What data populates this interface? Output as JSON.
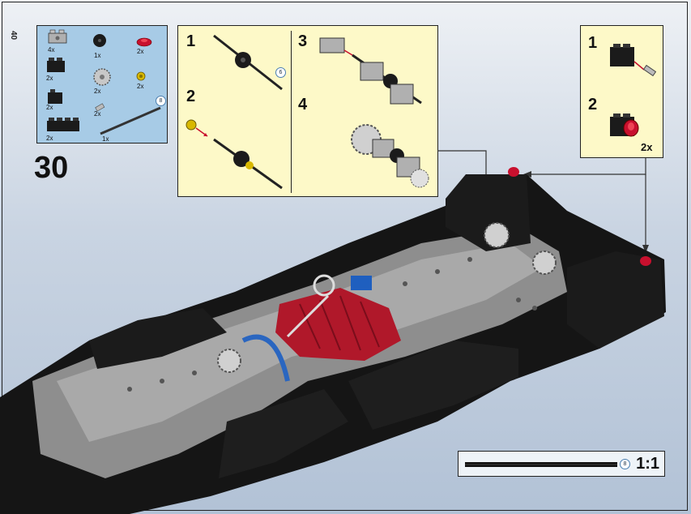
{
  "page": {
    "number": "40",
    "step": "30"
  },
  "parts_list": {
    "items": [
      {
        "name": "gray-technic-brick",
        "qty": "4x"
      },
      {
        "name": "black-gear-small",
        "qty": "1x"
      },
      {
        "name": "red-round-plate",
        "qty": "2x"
      },
      {
        "name": "black-brick-2x2",
        "qty": "2x"
      },
      {
        "name": "gray-gear-24",
        "qty": "2x"
      },
      {
        "name": "yellow-bushing",
        "qty": "2x"
      },
      {
        "name": "black-brick-1x2",
        "qty": "2x"
      },
      {
        "name": "gray-pin",
        "qty": "2x"
      },
      {
        "name": "long-axle-badge",
        "value": "8"
      },
      {
        "name": "black-brick-1x4",
        "qty": "2x"
      },
      {
        "name": "long-axle",
        "qty": "1x"
      }
    ]
  },
  "callout_main": {
    "steps": [
      "1",
      "2",
      "3",
      "4"
    ],
    "axle_badge": "6"
  },
  "callout_right": {
    "steps": [
      "1",
      "2"
    ],
    "multiplier": "2x"
  },
  "scale": {
    "badge": "8",
    "label": "1:1"
  },
  "colors": {
    "callout_bg": "#fdf9c8",
    "parts_bg": "#a7cbe6",
    "accent_red": "#c8102e",
    "technic_gray": "#9a9a9a",
    "black_brick": "#1b1b1b"
  }
}
